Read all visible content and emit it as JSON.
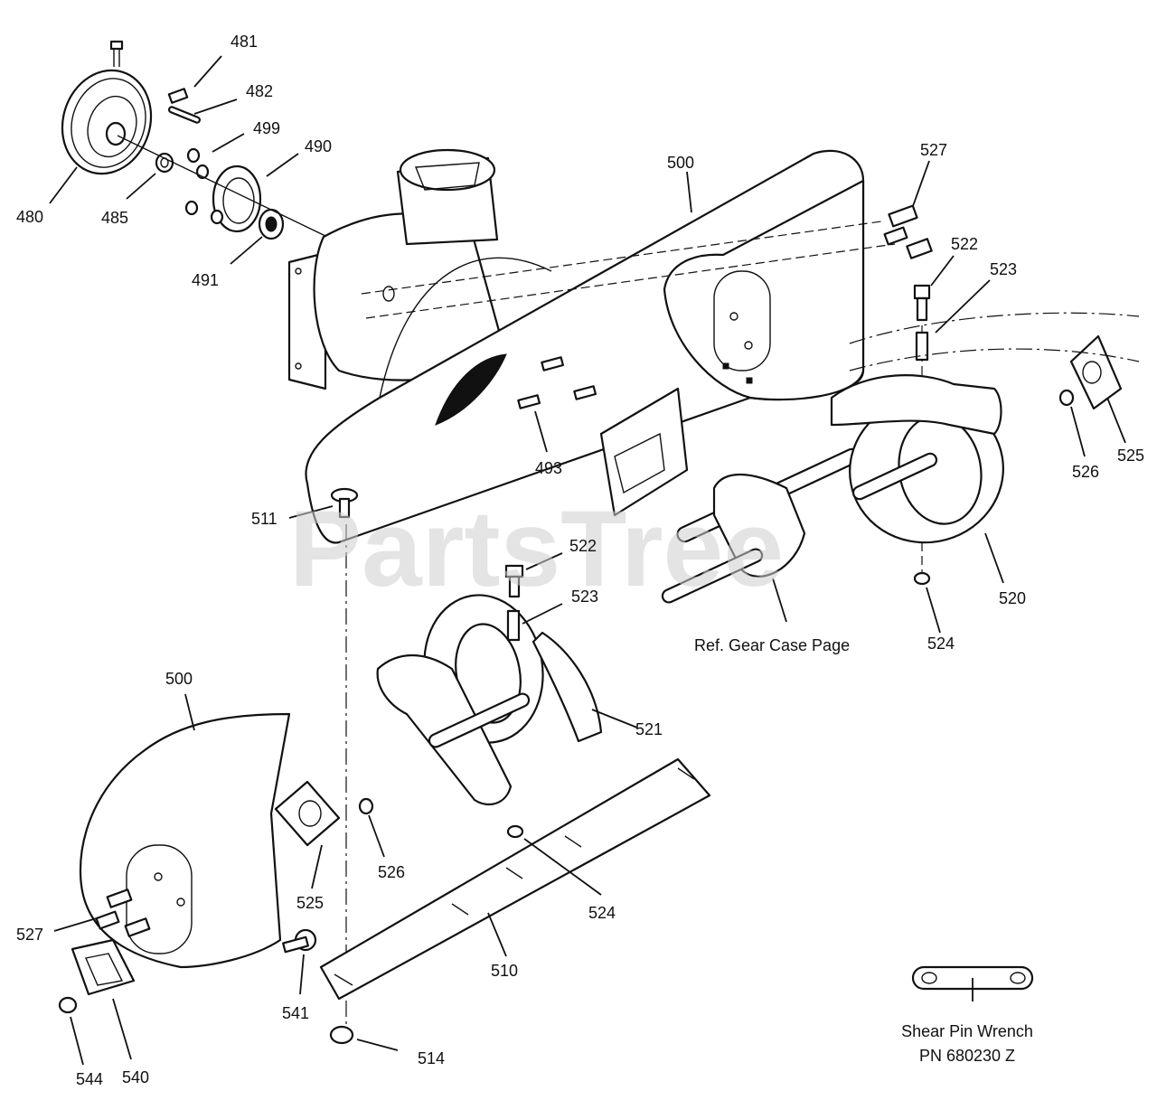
{
  "watermark": "PartsTree",
  "callouts": [
    {
      "id": "c481",
      "text": "481"
    },
    {
      "id": "c482",
      "text": "482"
    },
    {
      "id": "c499",
      "text": "499"
    },
    {
      "id": "c490",
      "text": "490"
    },
    {
      "id": "c480",
      "text": "480"
    },
    {
      "id": "c485",
      "text": "485"
    },
    {
      "id": "c491",
      "text": "491"
    },
    {
      "id": "c500a",
      "text": "500"
    },
    {
      "id": "c527a",
      "text": "527"
    },
    {
      "id": "c522a",
      "text": "522"
    },
    {
      "id": "c523a",
      "text": "523"
    },
    {
      "id": "c526a",
      "text": "526"
    },
    {
      "id": "c525a",
      "text": "525"
    },
    {
      "id": "c520",
      "text": "520"
    },
    {
      "id": "c524a",
      "text": "524"
    },
    {
      "id": "c493",
      "text": "493"
    },
    {
      "id": "c511",
      "text": "511"
    },
    {
      "id": "c522b",
      "text": "522"
    },
    {
      "id": "c523b",
      "text": "523"
    },
    {
      "id": "c521",
      "text": "521"
    },
    {
      "id": "c500b",
      "text": "500"
    },
    {
      "id": "c526b",
      "text": "526"
    },
    {
      "id": "c525b",
      "text": "525"
    },
    {
      "id": "c524b",
      "text": "524"
    },
    {
      "id": "c527b",
      "text": "527"
    },
    {
      "id": "c510",
      "text": "510"
    },
    {
      "id": "c541",
      "text": "541"
    },
    {
      "id": "c514",
      "text": "514"
    },
    {
      "id": "c544",
      "text": "544"
    },
    {
      "id": "c540",
      "text": "540"
    }
  ],
  "notes": {
    "gear_case": "Ref. Gear Case Page",
    "wrench_line1": "Shear Pin Wrench",
    "wrench_line2": "PN 680230 Z"
  }
}
